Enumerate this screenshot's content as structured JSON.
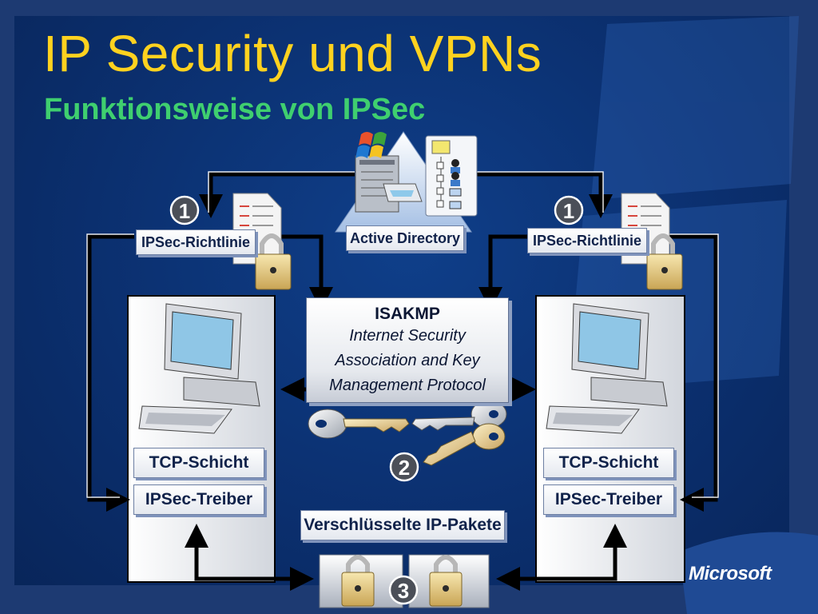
{
  "slide": {
    "title": "IP Security und VPNs",
    "subtitle": "Funktionsweise von IPSec"
  },
  "labels": {
    "active_directory": "Active Directory",
    "policy_left": "IPSec-Richtlinie",
    "policy_right": "IPSec-Richtlinie",
    "isakmp_title": "ISAKMP",
    "isakmp_line1": "Internet Security",
    "isakmp_line2": "Association and Key",
    "isakmp_line3": "Management Protocol",
    "tcp_left": "TCP-Schicht",
    "tcp_right": "TCP-Schicht",
    "driver_left": "IPSec-Treiber",
    "driver_right": "IPSec-Treiber",
    "encrypted_packets": "Verschlüsselte IP-Pakete"
  },
  "steps": {
    "step1_left": "1",
    "step1_right": "1",
    "step2": "2",
    "step3": "3"
  },
  "brand": {
    "logo": "Microsoft"
  },
  "colors": {
    "title": "#ffd21f",
    "subtitle": "#3fcf6f",
    "background": "#0b2f6e",
    "connector": "#000000"
  },
  "icons": [
    "windows-flag-icon",
    "server-icon",
    "directory-tree-icon",
    "document-icon",
    "padlock-icon",
    "computer-icon",
    "key-icon"
  ]
}
